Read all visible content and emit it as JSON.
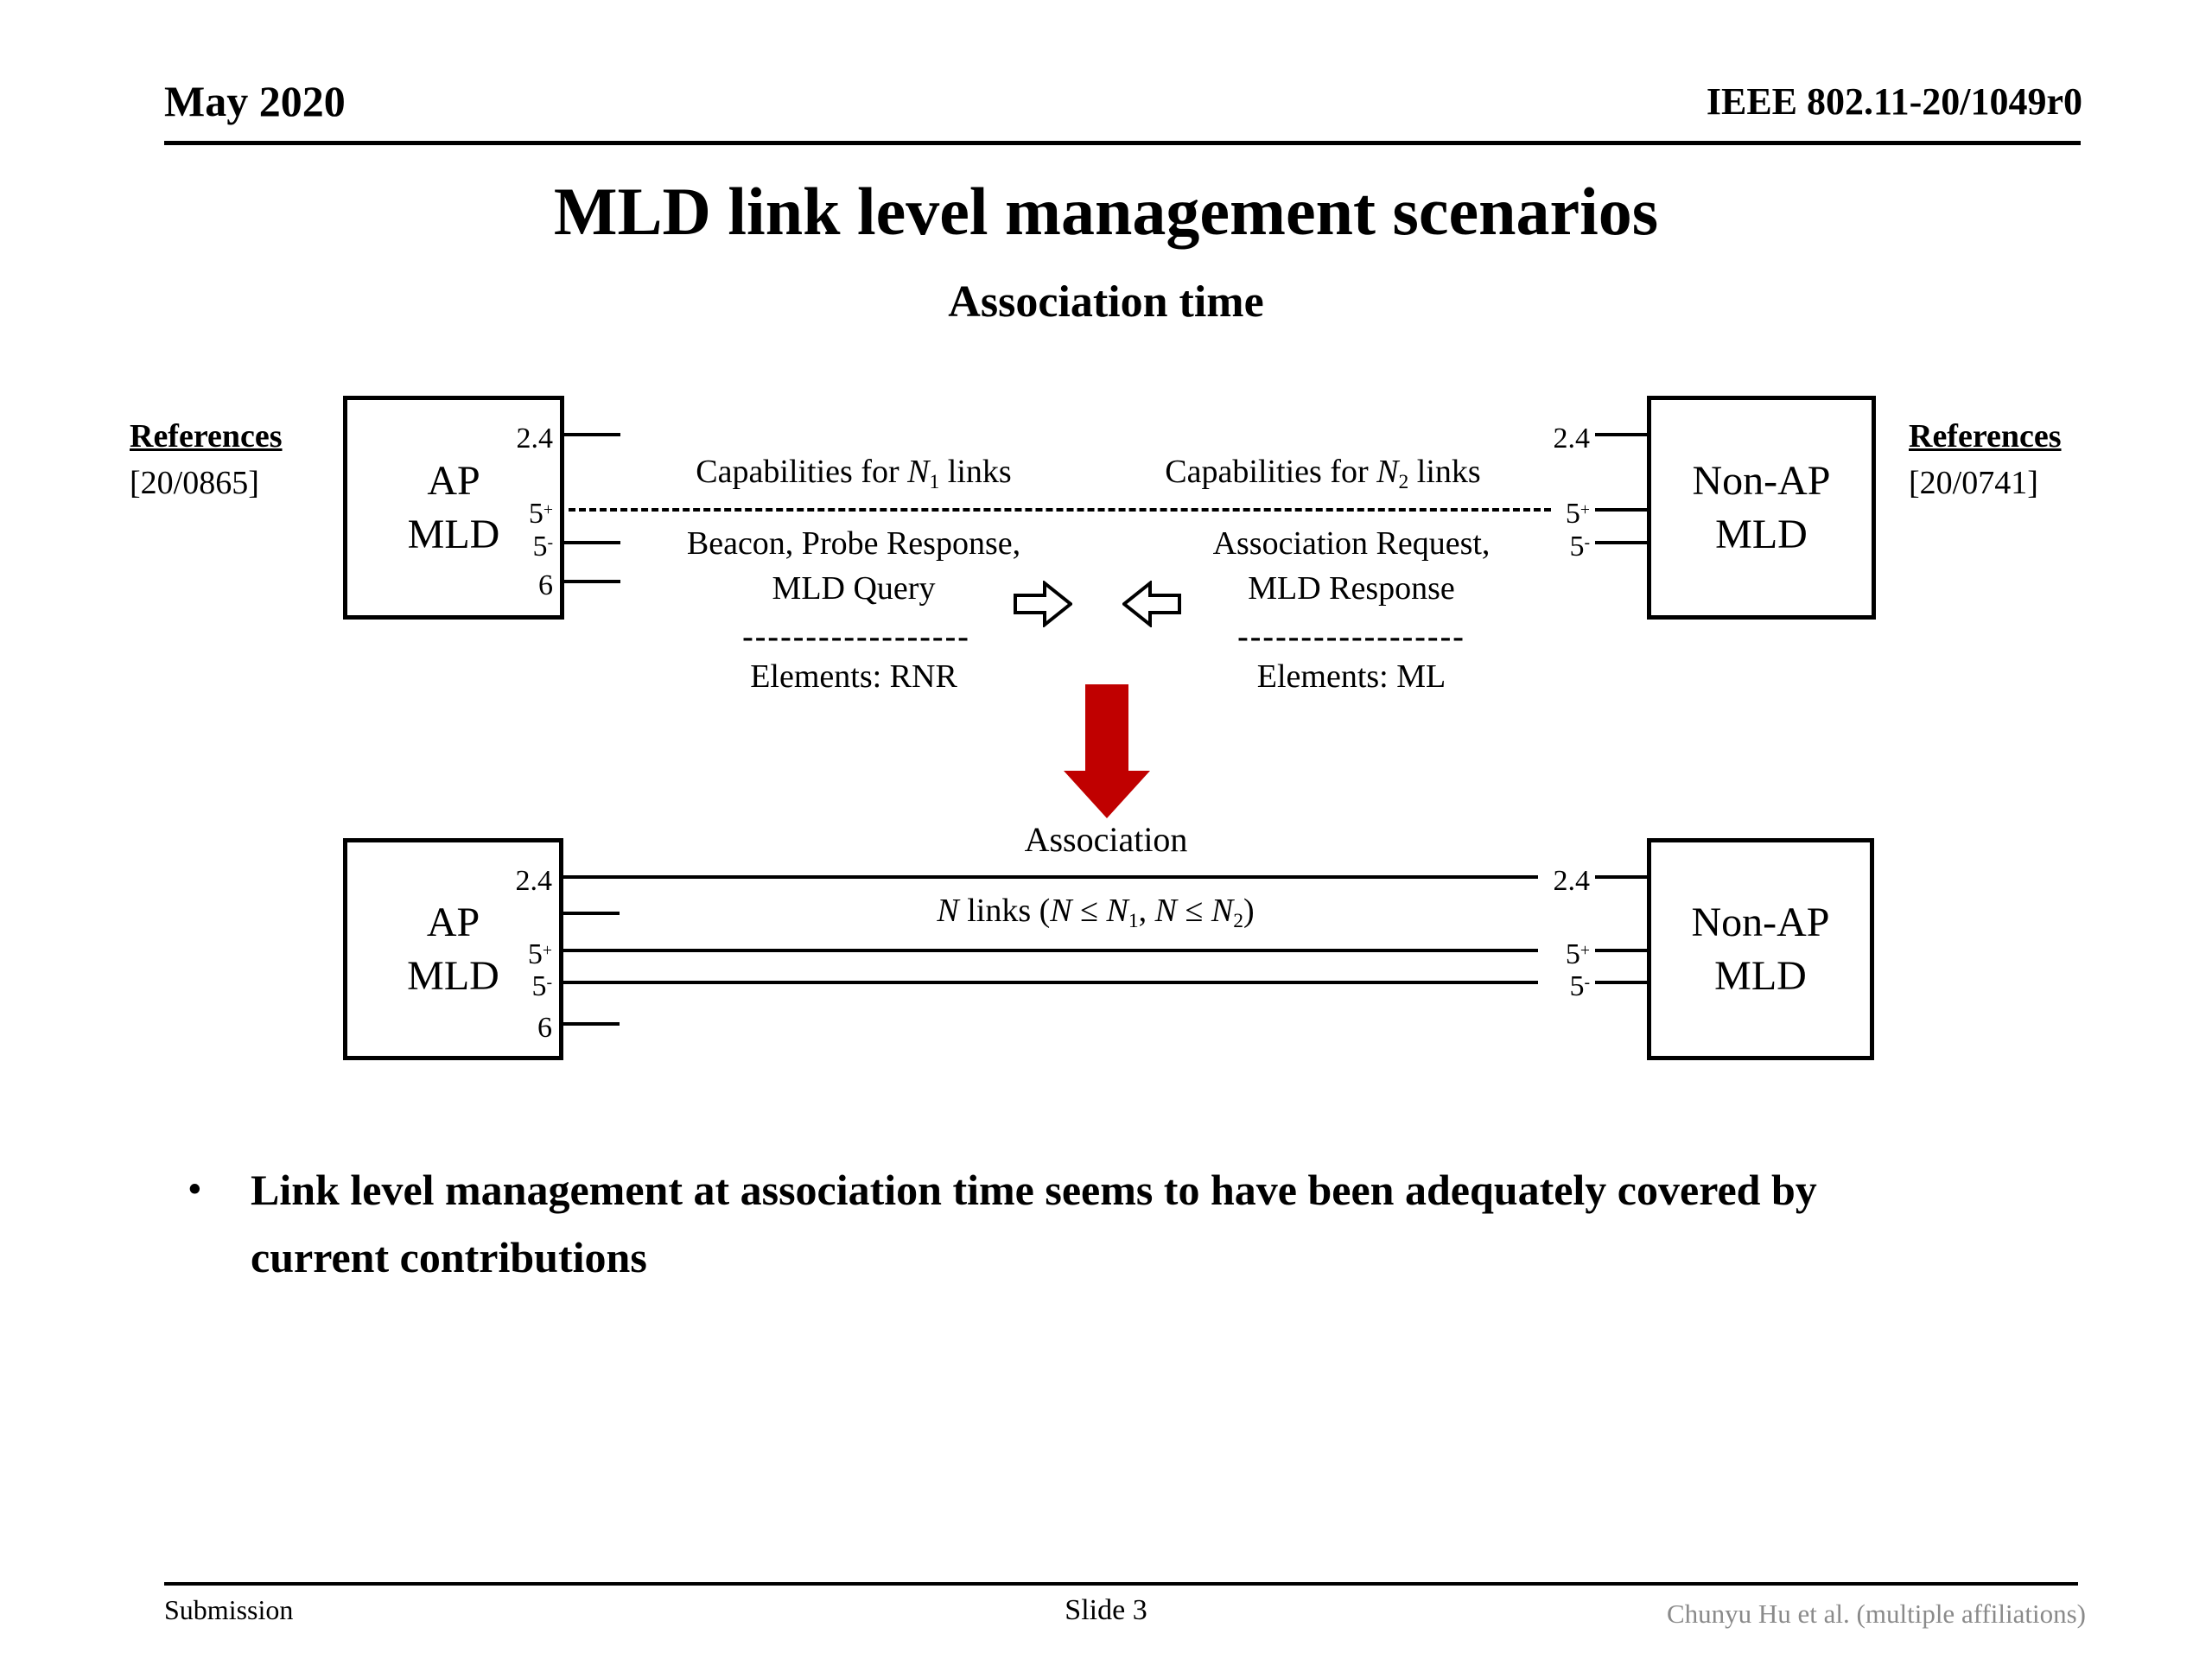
{
  "header": {
    "date": "May 2020",
    "doc_id": "IEEE 802.11-20/1049r0"
  },
  "title": "MLD link level management scenarios",
  "subtitle": "Association time",
  "references_left": {
    "heading": "References",
    "ref": "[20/0865]"
  },
  "references_right": {
    "heading": "References",
    "ref": "[20/0741]"
  },
  "boxes": {
    "ap": {
      "line1": "AP",
      "line2": "MLD"
    },
    "non_ap": {
      "line1": "Non-AP",
      "line2": "MLD"
    }
  },
  "ports": {
    "p24": {
      "base": "2.4",
      "sup": ""
    },
    "p5plus": {
      "base": "5",
      "sup": "+"
    },
    "p5minus": {
      "base": "5",
      "sup": "-"
    },
    "p6": {
      "base": "6",
      "sup": ""
    }
  },
  "diagram_top": {
    "left_msgs": {
      "caps_prefix": "Capabilities for ",
      "caps_var": "N",
      "caps_sub": "1",
      "caps_suffix": " links",
      "line1": "Beacon, Probe Response,",
      "line2": "MLD Query",
      "elements": "Elements: RNR"
    },
    "right_msgs": {
      "caps_prefix": "Capabilities for ",
      "caps_var": "N",
      "caps_sub": "2",
      "caps_suffix": " links",
      "line1": "Association Request,",
      "line2": "MLD Response",
      "elements": "Elements: ML"
    }
  },
  "divider_dashes": "------------------",
  "association_label": "Association",
  "diagram_bottom": {
    "n_links": {
      "var": "N",
      "links_text": " links (",
      "leq": " ≤ ",
      "sub1": "1",
      "sep": ", ",
      "sub2": "2",
      "close": ")"
    }
  },
  "bullet_marker": "•",
  "bullet": "Link level management at association time seems to have been adequately covered by current contributions",
  "footer": {
    "left": "Submission",
    "center": "Slide 3",
    "right": "Chunyu Hu et al. (multiple affiliations)"
  },
  "colors": {
    "arrow_red": "#c00000"
  }
}
